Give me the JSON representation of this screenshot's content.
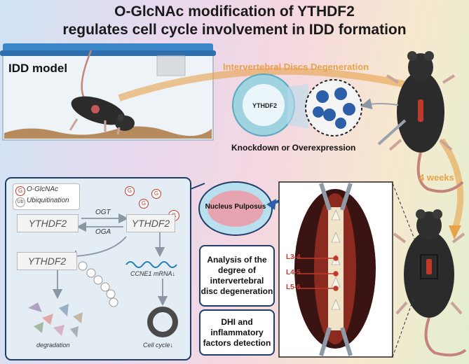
{
  "title_line1": "O-GlcNAc modification of YTHDF2",
  "title_line2": "regulates cell cycle involvement in IDD formation",
  "idd_model_label": "IDD model",
  "degeneration_label": "Intervertebral Discs Degeneration",
  "virus_label": "YTHDF2",
  "knockdown_label": "Knockdown or Overexpression",
  "weeks_label": "4 weeks",
  "nucleus_label": "Nucleus Pulposus",
  "legend_g": "G",
  "legend_g_text": "O-GlcNAc",
  "legend_ub": "Ub",
  "legend_ub_text": "Ubiquitination",
  "ogt_label": "OGT",
  "oga_label": "OGA",
  "ythdf2_plain": "YTHDF2",
  "ythdf2_glyco": "YTHDF2",
  "ythdf2_ub": "YTHDF2",
  "ccne1_label": "CCNE1 mRNA↓",
  "degradation_label": "degradation",
  "cell_cycle_label": "Cell cycle↓",
  "analysis_label": "Analysis of the degree of intervertebral disc degeneration",
  "dhi_label": "DHI and inflammatory factors detection",
  "levels": [
    "L3-4",
    "L4-5",
    "L5-6"
  ],
  "colors": {
    "accent": "#e8a24a",
    "panel_border": "#1f3d66",
    "spine_red": "#c0392b"
  }
}
